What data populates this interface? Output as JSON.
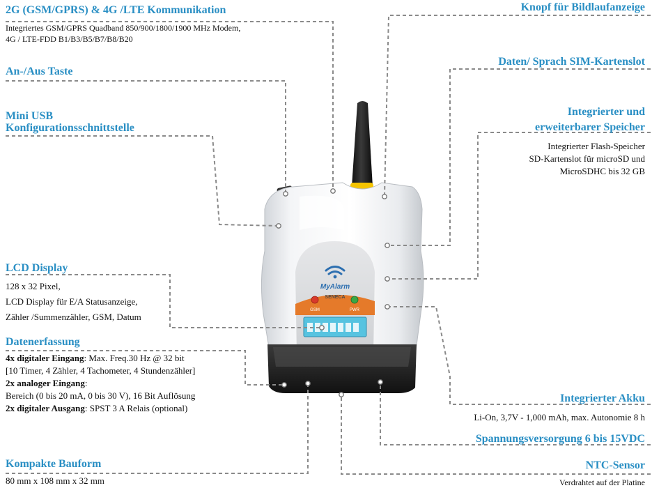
{
  "features": {
    "gsm_lte": {
      "title": "2G (GSM/GPRS) & 4G /LTE Kommunikation",
      "lines": [
        "Integriertes GSM/GPRS Quadband 850/900/1800/1900 MHz Modem,",
        "4G / LTE-FDD B1/B3/B5/B7/B8/B20"
      ]
    },
    "power_button": {
      "title": "An-/Aus Taste"
    },
    "mini_usb": {
      "title_line1": "Mini USB",
      "title_line2": "Konfigurationsschnittstelle"
    },
    "lcd": {
      "title": "LCD Display",
      "lines": [
        "128 x 32 Pixel,",
        "LCD Display für E/A Statusanzeige,",
        "Zähler /Summenzähler, GSM, Datum"
      ]
    },
    "data_acq": {
      "title": "Datenerfassung",
      "line1_bold": "4x digitaler Eingang",
      "line1_rest": ": Max. Freq.30 Hz @ 32 bit",
      "line2": "[10 Timer, 4 Zähler, 4 Tachometer, 4 Stundenzähler]",
      "line3_bold": "2x analoger Eingang",
      "line3_rest": ":",
      "line4": "Bereich (0 bis 20 mA, 0 bis 30 V), 16 Bit Auflösung",
      "line5_bold": "2x digitaler Ausgang",
      "line5_rest": ": SPST 3 A Relais (optional)"
    },
    "compact": {
      "title": "Kompakte Bauform",
      "line": "80 mm x 108 mm x 32 mm"
    },
    "scroll_button": {
      "title": "Knopf für Bildlaufanzeige"
    },
    "sim_slot": {
      "title": "Daten/ Sprach SIM-Kartenslot"
    },
    "memory": {
      "title_line1": "Integrierter und",
      "title_line2": "erweiterbarer Speicher",
      "lines": [
        "Integrierter Flash-Speicher",
        "SD-Kartenslot für microSD und",
        "MicroSDHC bis 32 GB"
      ]
    },
    "battery": {
      "title": "Integrierter Akku",
      "line": "Li-On, 3,7V - 1,000 mAh, max. Autonomie 8 h"
    },
    "supply": {
      "title": "Spannungsversorgung 6 bis 15VDC"
    },
    "ntc": {
      "title": "NTC-Sensor",
      "line": "Verdrahtet auf der Platine"
    }
  },
  "device": {
    "brand": "MyAlarm",
    "maker": "SENECA",
    "led_left": "GSM",
    "led_right": "PWR"
  },
  "colors": {
    "heading": "#2a8fc4",
    "leader": "#8a8a8a",
    "antenna_ring": "#f5c400",
    "face_orange": "#e57a2a",
    "lcd": "#57c3e0"
  }
}
